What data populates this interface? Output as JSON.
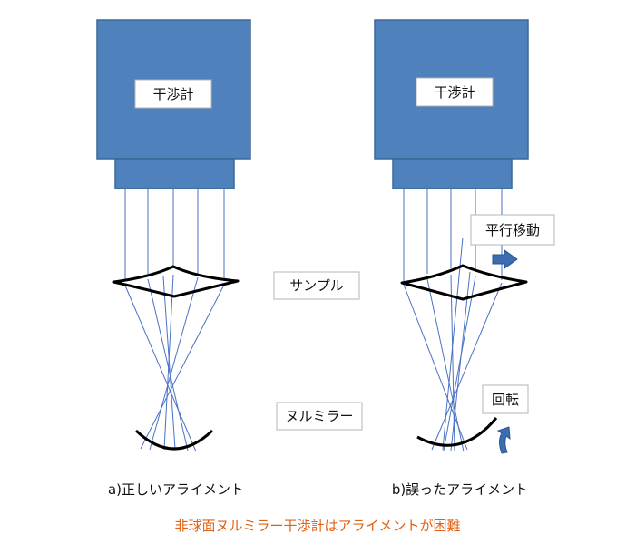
{
  "diagram": {
    "left_panel": {
      "interferometer_label": "干渉計",
      "caption": "a)正しいアライメント"
    },
    "right_panel": {
      "interferometer_label": "干渉計",
      "caption": "b)誤ったアライメント",
      "translation_label": "平行移動",
      "rotation_label": "回転"
    },
    "center_labels": {
      "sample": "サンプル",
      "null_mirror": "ヌルミラー"
    },
    "footer": "非球面ヌルミラー干渉計はアライメントが困難"
  },
  "colors": {
    "box_fill": "#4f81bd",
    "box_stroke": "#3a6898",
    "ray": "#4a72c4",
    "optic": "#000000",
    "label_border": "#b4b4b4",
    "footer_text": "#e06214",
    "caption_text": "#111111",
    "arrow": "#3b6db0"
  }
}
